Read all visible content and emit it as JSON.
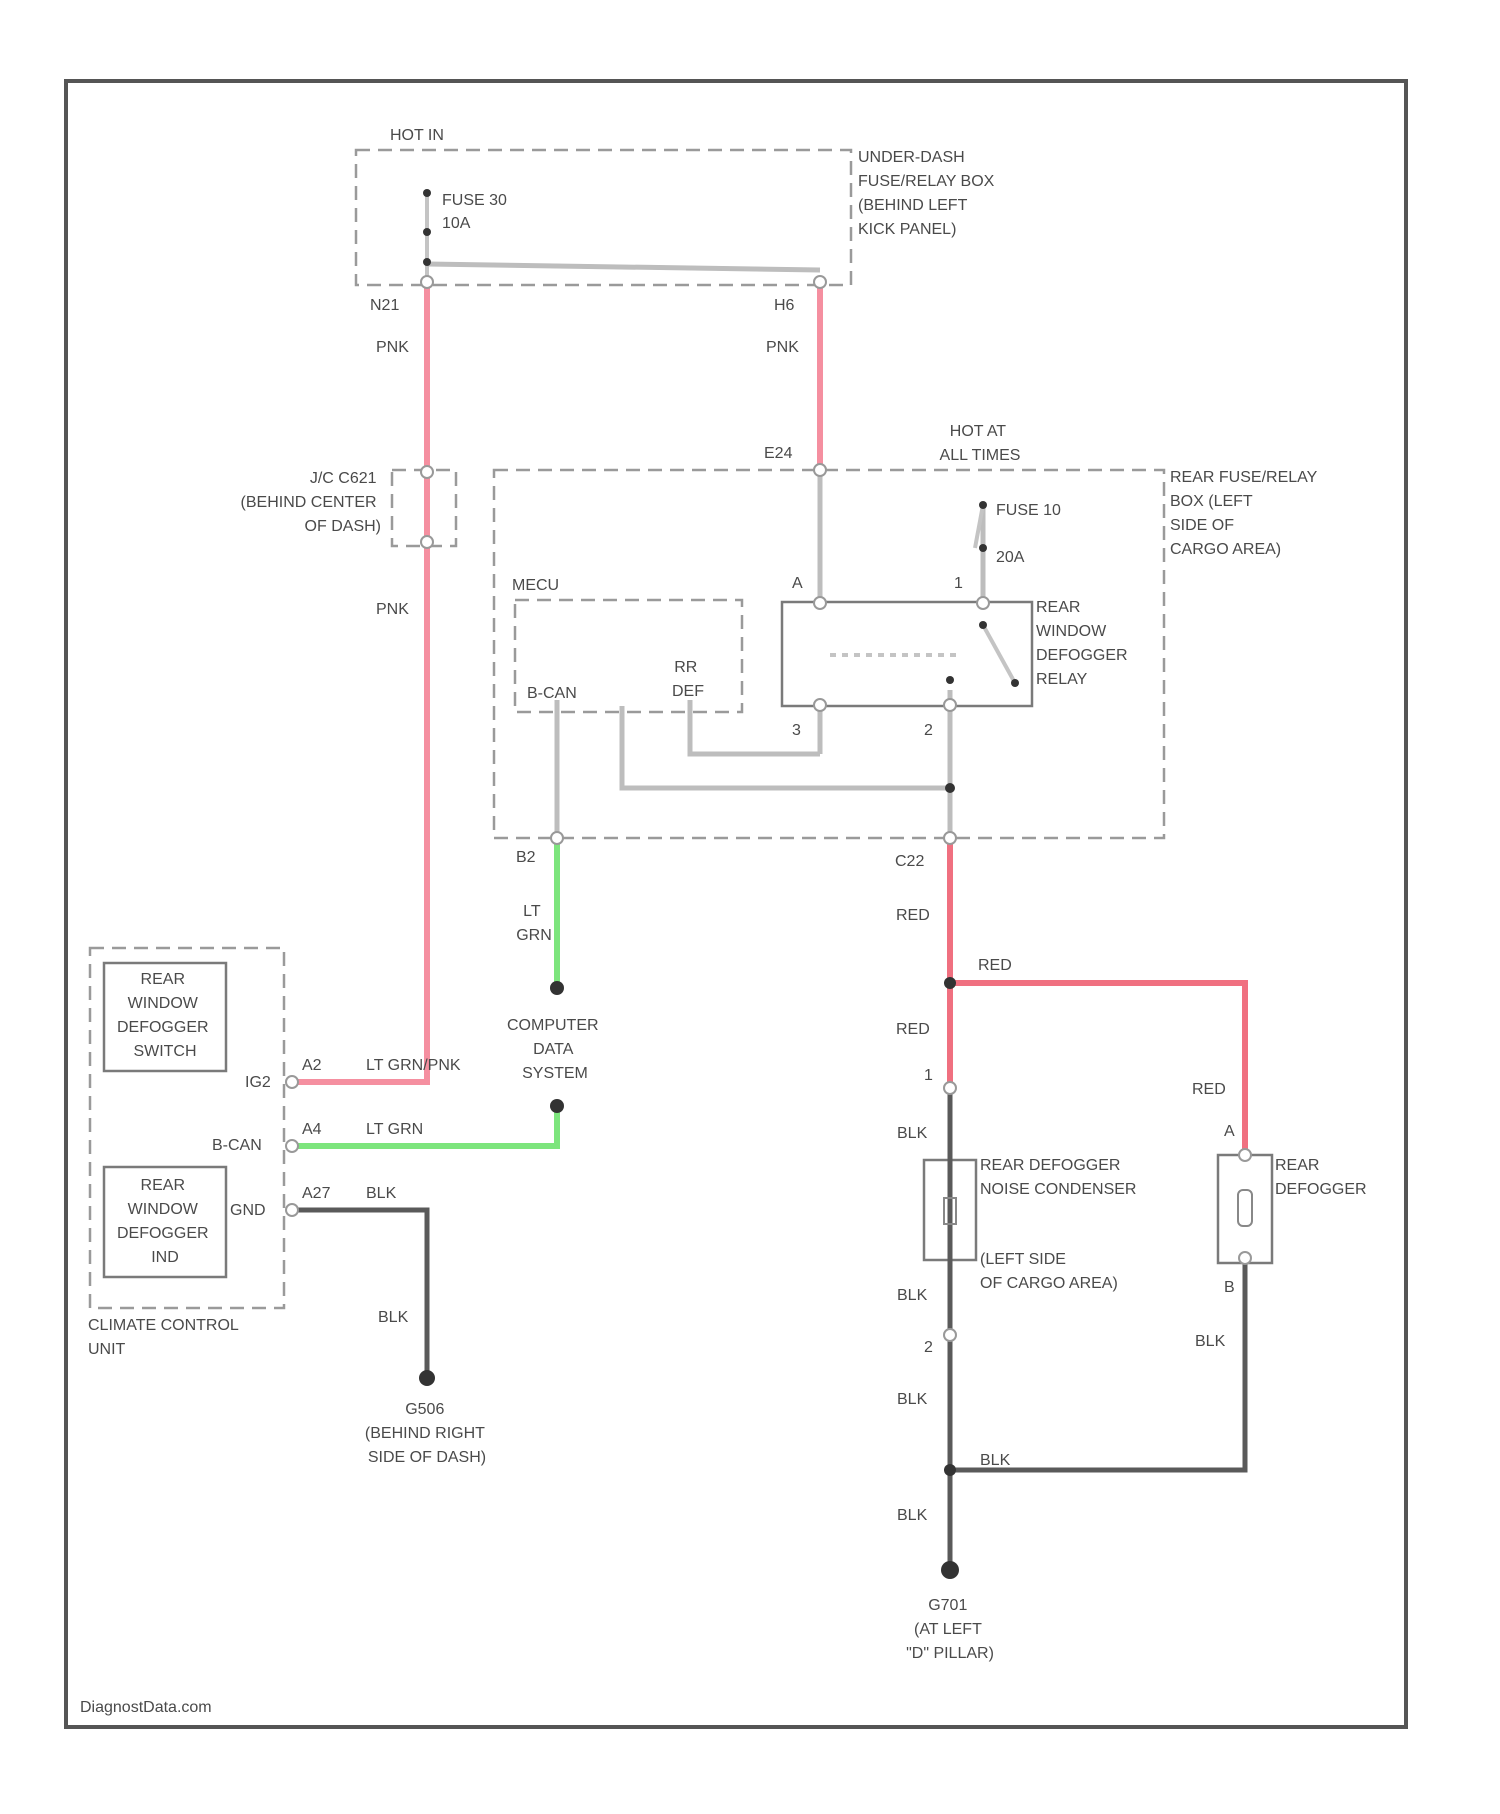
{
  "labels": {
    "hot_in": "HOT IN",
    "fuse_30": "FUSE 30",
    "fuse_30_amp": "10A",
    "under_dash_box": [
      "UNDER-DASH",
      "FUSE/RELAY BOX",
      "(BEHIND LEFT",
      "KICK PANEL)"
    ],
    "n21": "N21",
    "h6": "H6",
    "pnk_1": "PNK",
    "pnk_2": "PNK",
    "pnk_3": "PNK",
    "e24": "E24",
    "hot_at_all_times": [
      "HOT AT",
      "ALL TIMES"
    ],
    "rear_box": [
      "REAR FUSE/RELAY",
      "BOX (LEFT",
      "SIDE OF",
      "CARGO AREA)"
    ],
    "fuse_10": "FUSE 10",
    "fuse_10_amp": "20A",
    "pin_a": "A",
    "pin_1": "1",
    "pin_3": "3",
    "pin_2": "2",
    "relay_label": [
      "REAR",
      "WINDOW",
      "DEFOGGER",
      "RELAY"
    ],
    "mecu": "MECU",
    "b_can": "B-CAN",
    "rr_def": [
      "RR",
      "DEF"
    ],
    "jc_c621": [
      "J/C C621",
      "(BEHIND CENTER",
      "OF DASH)"
    ],
    "b2": "B2",
    "c22": "C22",
    "lt_grn_1": [
      "LT",
      "GRN"
    ],
    "red_1": "RED",
    "red_2": "RED",
    "red_3": "RED",
    "red_4": "RED",
    "computer_data": [
      "COMPUTER",
      "DATA",
      "SYSTEM"
    ],
    "switch_label": [
      "REAR",
      "WINDOW",
      "DEFOGGER",
      "SWITCH"
    ],
    "ind_label": [
      "REAR",
      "WINDOW",
      "DEFOGGER",
      "IND"
    ],
    "ign_label": "IG2",
    "bcan_label": "B-CAN",
    "gnd_label": "GND",
    "a2": "A2",
    "a4": "A4",
    "a27": "A27",
    "lt_grn_pnk": "LT GRN/PNK",
    "lt_grn_2": "LT GRN",
    "blk_1": "BLK",
    "blk_2": "BLK",
    "climate_unit": [
      "CLIMATE CONTROL",
      "UNIT"
    ],
    "g506": [
      "G506",
      "(BEHIND RIGHT",
      "SIDE OF DASH)"
    ],
    "cond_pin1": "1",
    "cond_pin2": "2",
    "blk_3": "BLK",
    "blk_4": "BLK",
    "blk_5": "BLK",
    "blk_6": "BLK",
    "blk_7": "BLK",
    "blk_8": "BLK",
    "noise_condenser": [
      "REAR DEFOGGER",
      "NOISE CONDENSER"
    ],
    "condenser_location": [
      "(LEFT SIDE",
      "OF CARGO AREA)"
    ],
    "def_pin_a": "A",
    "def_pin_b": "B",
    "rear_defogger": [
      "REAR",
      "DEFOGGER"
    ],
    "g701": [
      "G701",
      "(AT LEFT",
      "\"D\" PILLAR)"
    ],
    "watermark": "DiagnostData.com"
  },
  "colors": {
    "pink_wire": "#f58fa0",
    "red_wire": "#f07080",
    "green_wire": "#7de57d",
    "black_wire": "#5a5a5a",
    "gray_wire": "#bdbdbd"
  }
}
